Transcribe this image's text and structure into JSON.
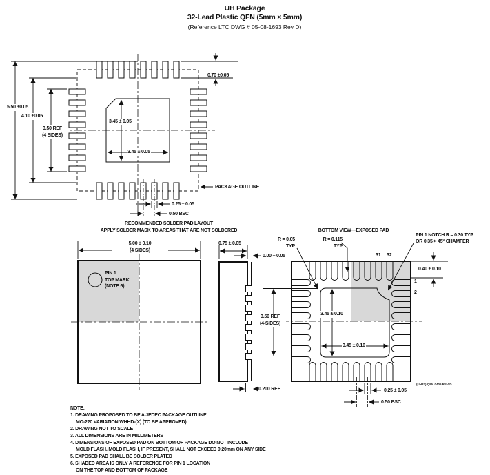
{
  "title": {
    "product": "UH Package",
    "subtitle": "32-Lead Plastic QFN (5mm × 5mm)",
    "reference": "(Reference LTC DWG # 05-08-1693 Rev D)"
  },
  "pad_layout": {
    "dim_overall": "5.50 ±0.05",
    "dim_opening": "4.10 ±0.05",
    "dim_ref_line1": "3.50 REF",
    "dim_ref_line2": "(4 SIDES)",
    "dim_epad_vertical": "3.45 ± 0.05",
    "dim_epad_horizontal": "3.45 ± 0.05",
    "dim_pad_length": "0.70 ±0.05",
    "callout_package_outline": "PACKAGE OUTLINE",
    "dim_pad_width": "0.25 ± 0.05",
    "dim_pitch": "0.50 BSC",
    "caption_line1": "RECOMMENDED SOLDER PAD LAYOUT",
    "caption_line2": "APPLY SOLDER MASK TO AREAS THAT ARE NOT SOLDERED"
  },
  "top_view": {
    "dim_body_line1": "5.00 ± 0.10",
    "dim_body_line2": "(4 SIDES)",
    "pin1_line1": "PIN 1",
    "pin1_line2": "TOP MARK",
    "pin1_line3": "(NOTE 6)"
  },
  "side_view": {
    "dim_thickness": "0.75 ± 0.05",
    "dim_standoff": "0.00 – 0.05",
    "dim_terminal": "0.200 REF",
    "dim_ref_line1": "3.50 REF",
    "dim_ref_line2": "(4-SIDES)"
  },
  "bottom_view": {
    "caption": "BOTTOM VIEW—EXPOSED PAD",
    "radius_corner_line1": "R = 0.05",
    "radius_corner_line2": "TYP",
    "radius_terminal_line1": "R = 0.115",
    "radius_terminal_line2": "TYP",
    "pin_31": "31",
    "pin_32": "32",
    "pin_1": "1",
    "pin_2": "2",
    "notch_line1": "PIN 1 NOTCH R = 0.30 TYP",
    "notch_line2": "OR 0.35 × 45° CHAMFER",
    "dim_terminal_length": "0.40 ± 0.10",
    "dim_epad_vertical": "3.45 ± 0.10",
    "dim_epad_horizontal": "3.45 ± 0.10",
    "dim_terminal_width": "0.25 ± 0.05",
    "dim_pitch": "0.50 BSC",
    "rev_code": "(UH32) QFN 0406 REV D"
  },
  "notes": {
    "heading": "NOTE:",
    "lines": [
      "1. DRAWING PROPOSED TO BE A JEDEC PACKAGE OUTLINE",
      "MO-220 VARIATION WHHD-(X) (TO BE APPROVED)",
      "2. DRAWING NOT TO SCALE",
      "3. ALL DIMENSIONS ARE IN MILLIMETERS",
      "4. DIMENSIONS OF EXPOSED PAD ON BOTTOM OF PACKAGE DO NOT INCLUDE",
      "MOLD FLASH. MOLD FLASH, IF PRESENT, SHALL NOT EXCEED 0.20mm ON ANY SIDE",
      "5. EXPOSED PAD SHALL BE SOLDER PLATED",
      "6. SHADED AREA IS ONLY A REFERENCE FOR PIN 1 LOCATION",
      "ON THE TOP AND BOTTOM OF PACKAGE"
    ]
  },
  "colors": {
    "line": "#111111",
    "shade": "#d8d8d8",
    "background": "#ffffff"
  }
}
